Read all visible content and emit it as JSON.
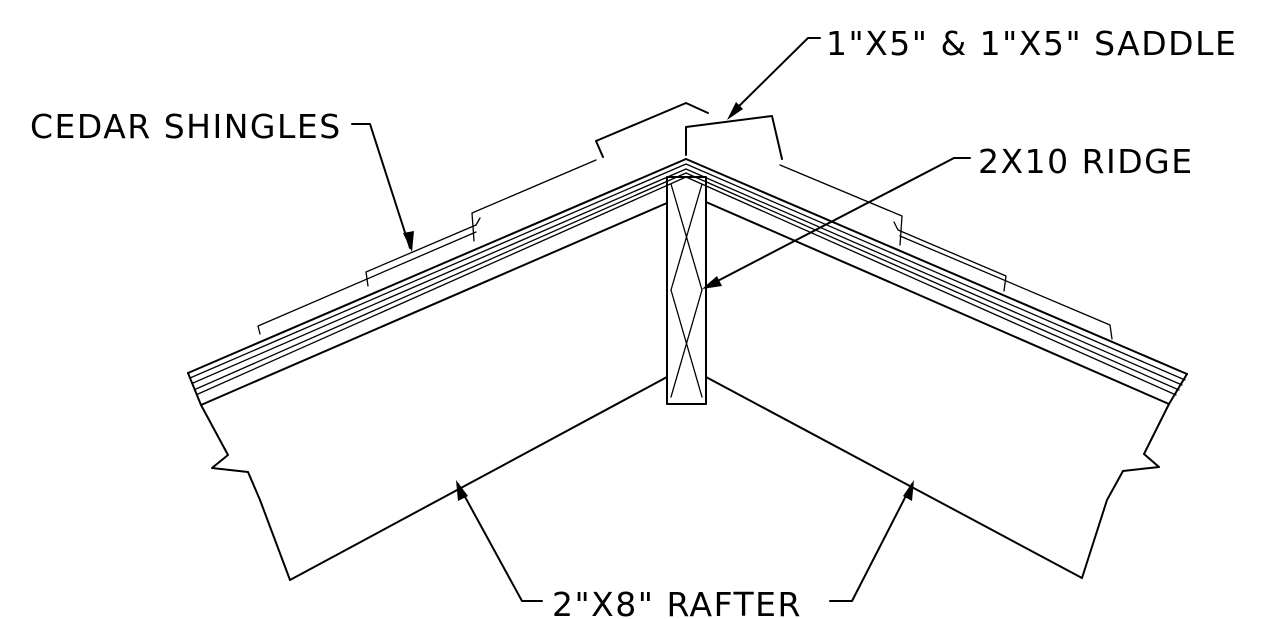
{
  "drawing": {
    "labels": {
      "saddle": "1\"X5\" & 1\"X5\" SADDLE",
      "shingles": "CEDAR SHINGLES",
      "ridge": "2X10 RIDGE",
      "rafter": "2\"X8\" RAFTER"
    }
  }
}
